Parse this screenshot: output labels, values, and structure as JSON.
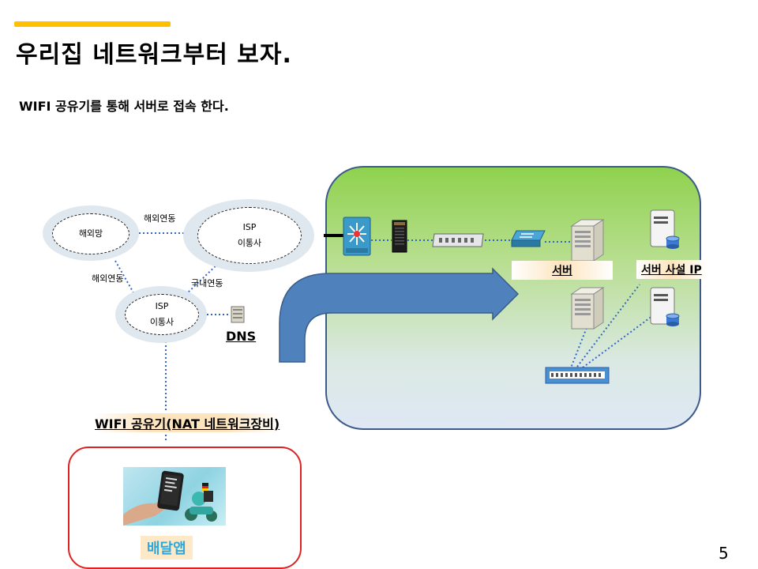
{
  "title": "우리집 네트워크부터 보자.",
  "subtitle": "WIFI 공유기를 통해 서버로 접속 한다.",
  "clouds": {
    "overseas": {
      "label": "해외망"
    },
    "isp_top": {
      "line1": "ISP",
      "line2": "이통사"
    },
    "isp_bottom": {
      "line1": "ISP",
      "line2": "이통사"
    }
  },
  "links": {
    "overseas_top": "해외연동",
    "overseas_left": "해외연동",
    "domestic": "국내연동"
  },
  "dns_label": "DNS",
  "wifi_label": "WIFI 공유기(NAT 네트워크장비)",
  "server_label": "서버",
  "private_ip_label": "서버 사설 IP",
  "app_label": "배달앱",
  "page_number": "5",
  "colors": {
    "accent": "#ffc000",
    "arrow": "#4f81bd",
    "green_box": "#8fd24e",
    "red_border": "#dd2222",
    "link_dots": "#3366cc",
    "app_text": "#2ea8d8"
  }
}
